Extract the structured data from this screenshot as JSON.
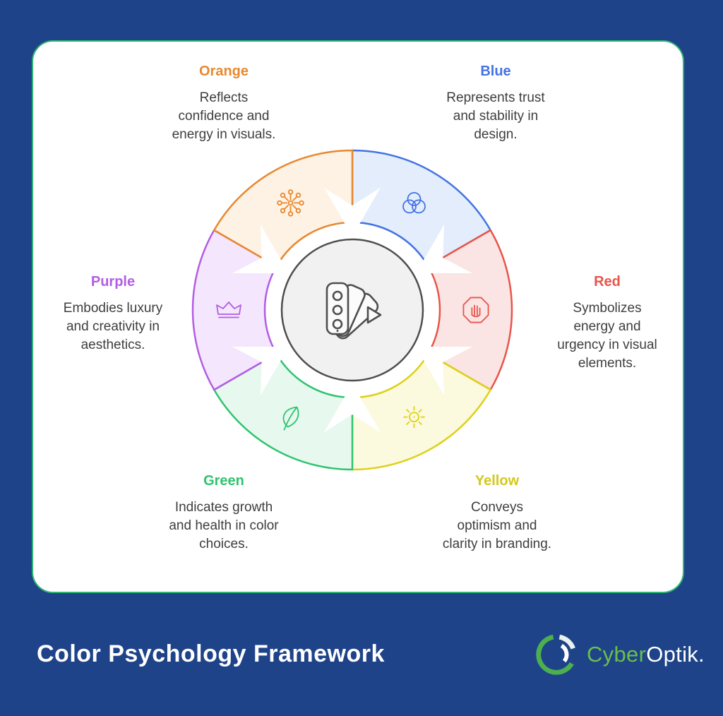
{
  "page": {
    "title": "Color Psychology Framework",
    "background_color": "#1f4389",
    "card_border_color": "#2eb572"
  },
  "wheel": {
    "center_icon": "color-swatches",
    "segments": [
      {
        "label": "Orange",
        "description": "Reflects\nconfidence and\nenergy in visuals.",
        "color": "#e8882f",
        "fill": "#fdf2e4",
        "icon": "network-icon"
      },
      {
        "label": "Blue",
        "description": "Represents trust\nand stability in\ndesign.",
        "color": "#4473e3",
        "fill": "#e4edfb",
        "icon": "venn-circles-icon"
      },
      {
        "label": "Red",
        "description": "Symbolizes\nenergy and\nurgency in visual\nelements.",
        "color": "#e9544b",
        "fill": "#fae5e4",
        "icon": "stop-hand-icon"
      },
      {
        "label": "Yellow",
        "description": "Conveys\noptimism and\nclarity in branding.",
        "color": "#d4c91c",
        "fill": "#fbf9de",
        "icon": "sun-icon"
      },
      {
        "label": "Green",
        "description": "Indicates growth\nand health in color\nchoices.",
        "color": "#2ec46f",
        "fill": "#e7f8ee",
        "icon": "leaf-icon"
      },
      {
        "label": "Purple",
        "description": "Embodies luxury\nand creativity in\naesthetics.",
        "color": "#b35de4",
        "fill": "#f4e6fc",
        "icon": "crown-icon"
      }
    ]
  },
  "brand": {
    "name_primary": "Cyber",
    "name_secondary": "Optik.",
    "primary_color": "#6abf4b"
  }
}
